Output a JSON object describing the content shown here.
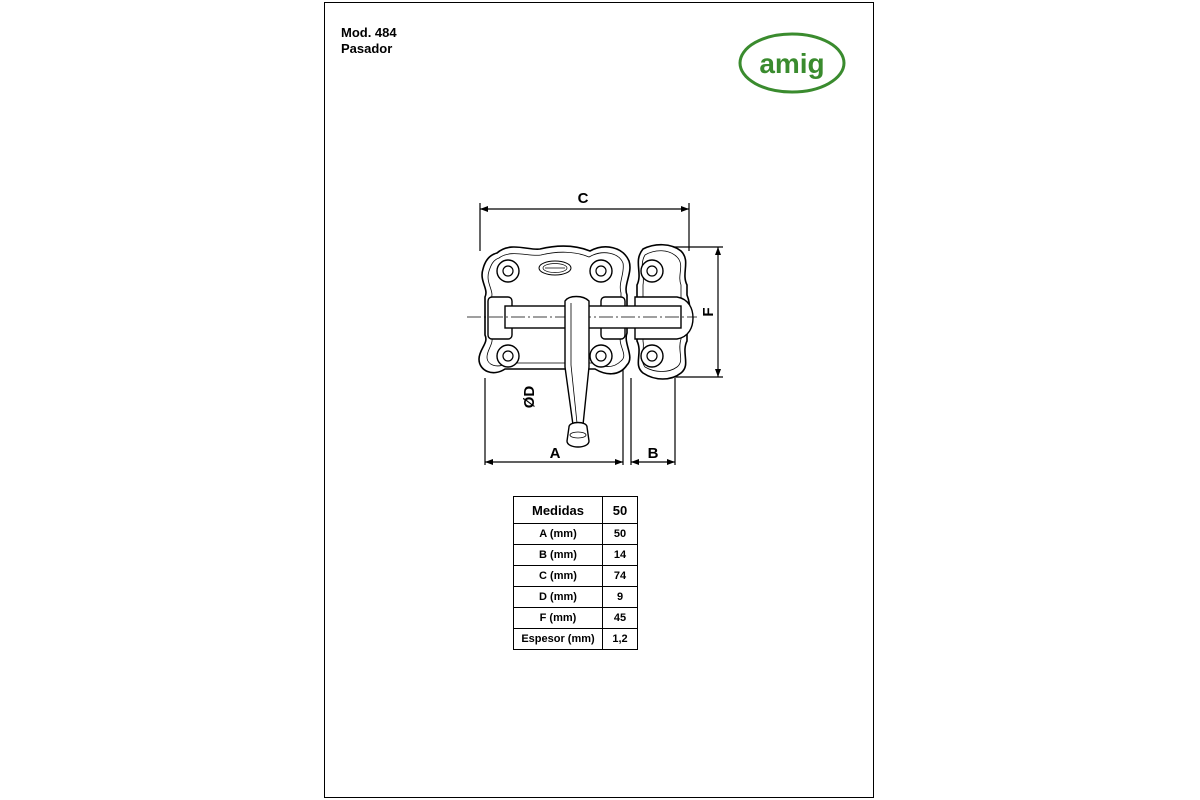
{
  "header": {
    "model": "Mod. 484",
    "product": "Pasador"
  },
  "logo": {
    "text": "amig",
    "color": "#3a8b2e"
  },
  "drawing": {
    "labels": {
      "c": "C",
      "f": "F",
      "d": "ØD",
      "a": "A",
      "b": "B"
    }
  },
  "specs": {
    "header": [
      "Medidas",
      "50"
    ],
    "rows": [
      [
        "A (mm)",
        "50"
      ],
      [
        "B (mm)",
        "14"
      ],
      [
        "C (mm)",
        "74"
      ],
      [
        "D (mm)",
        "9"
      ],
      [
        "F (mm)",
        "45"
      ],
      [
        "Espesor (mm)",
        "1,2"
      ]
    ]
  }
}
